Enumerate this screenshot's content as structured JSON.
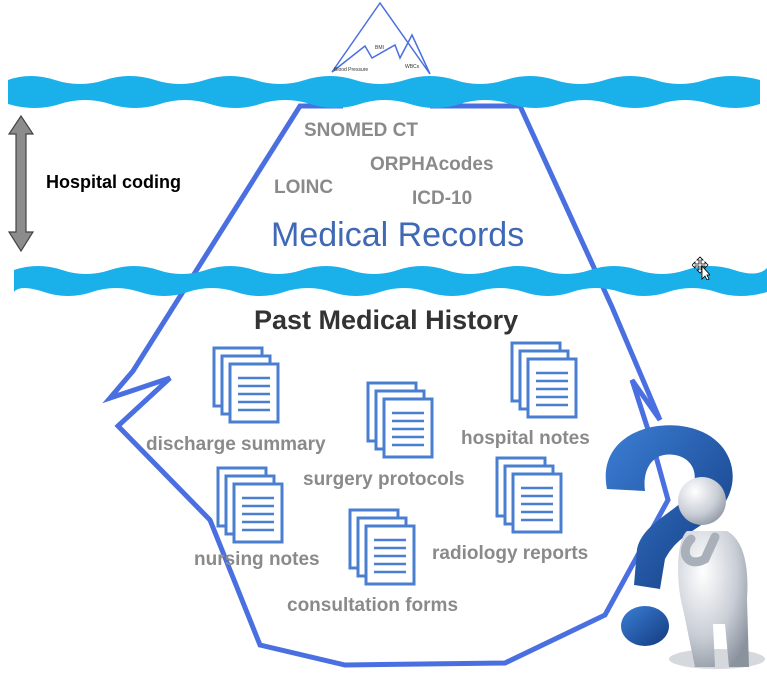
{
  "colors": {
    "iceberg_outline": "#4a6fe0",
    "water": "#1ab0ea",
    "code_text": "#8a8a8a",
    "records_text": "#3f68b5",
    "doc_icon": "#4a7fd0",
    "question_mark": "#1f4f9e"
  },
  "tip_labels": {
    "label_a": "BMI",
    "label_b": "Blood Pressure",
    "label_c": "WBCs"
  },
  "left_label": "Hospital coding",
  "codes": [
    "SNOMED CT",
    "ORPHAcodes",
    "LOINC",
    "ICD-10"
  ],
  "records_title": "Medical Records",
  "history_title": "Past Medical History",
  "documents": [
    "discharge summary",
    "hospital notes",
    "surgery protocols",
    "nursing notes",
    "radiology reports",
    "consultation forms"
  ],
  "icons": {
    "arrow": "double-arrow-icon",
    "documents": "document-stack-icon",
    "thinker": "thinking-person-icon",
    "question": "question-mark-icon",
    "cursor": "move-cursor-icon"
  }
}
